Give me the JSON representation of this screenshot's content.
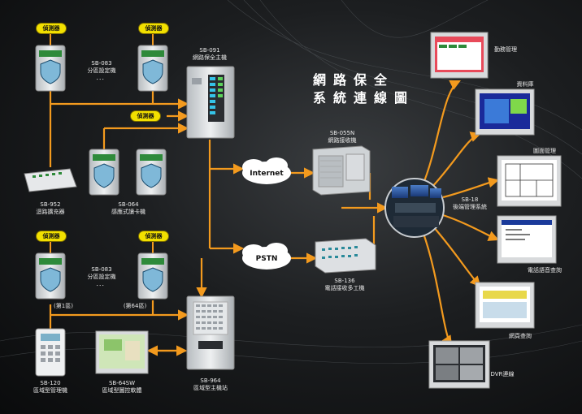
{
  "title": {
    "line1": "網路保全",
    "line2": "系統連線圖"
  },
  "sensor_label": "偵測器",
  "clouds": {
    "internet": "Internet",
    "pstn": "PSTN"
  },
  "devices": {
    "sb083_top": {
      "model": "SB-083",
      "name": "分區設定機",
      "dots": "．．．"
    },
    "sb091": {
      "model": "SB-091",
      "name": "網路保全主機"
    },
    "sb952": {
      "model": "SB-952",
      "name": "迴路擴充器"
    },
    "sb064": {
      "model": "SB-064",
      "name": "感應式讀卡機"
    },
    "sb055n": {
      "model": "SB-055N",
      "name": "網路接收機"
    },
    "sb18": {
      "model": "SB-18",
      "name": "後端管理系統"
    },
    "sb083_bottom": {
      "model": "SB-083",
      "name": "分區設定機",
      "dots": "．．．"
    },
    "sb136": {
      "model": "SB-136",
      "name": "電話接收多工機"
    },
    "sb120": {
      "model": "SB-120",
      "name": "區域型管理機"
    },
    "sb64sw": {
      "model": "SB-64SW",
      "name": "區域型圖控軟體"
    },
    "sb964": {
      "model": "SB-964",
      "name": "區域型主機站"
    }
  },
  "zones": {
    "first": "(第1區)",
    "last": "(第64區)"
  },
  "outputs": [
    "勤務管理",
    "資料庫",
    "圖面管理",
    "電話語音查詢",
    "網頁查詢",
    "DVR連線"
  ],
  "colors": {
    "arrow": "#f39a1e",
    "sensor_tag": "#f2e000",
    "device_gray": "#c9cdd0"
  }
}
